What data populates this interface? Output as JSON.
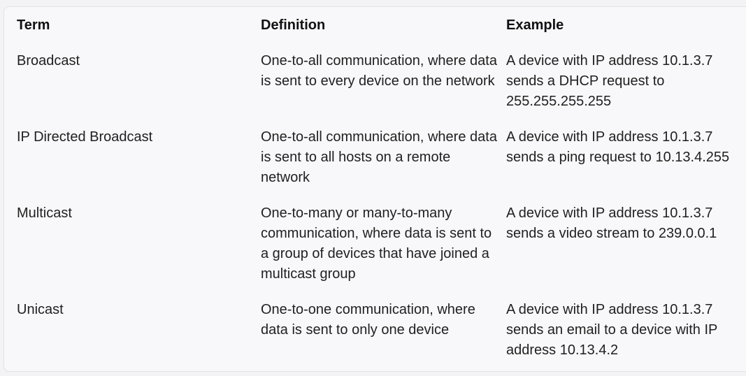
{
  "table": {
    "headers": [
      "Term",
      "Definition",
      "Example"
    ],
    "rows": [
      {
        "term": "Broadcast",
        "definition": "One-to-all communication, where data is sent to every device on the network",
        "example": "A device with IP address 10.1.3.7 sends a DHCP request to 255.255.255.255"
      },
      {
        "term": "IP Directed Broadcast",
        "definition": "One-to-all communication, where data is sent to all hosts on a remote network",
        "example": "A device with IP address 10.1.3.7 sends a ping request to 10.13.4.255"
      },
      {
        "term": "Multicast",
        "definition": "One-to-many or many-to-many communication, where data is sent to a group of devices that have joined a multicast group",
        "example": "A device with IP address 10.1.3.7 sends a video stream to 239.0.0.1"
      },
      {
        "term": "Unicast",
        "definition": "One-to-one communication, where data is sent to only one device",
        "example": "A device with IP address 10.1.3.7 sends an email to a device with IP address 10.13.4.2"
      }
    ]
  }
}
